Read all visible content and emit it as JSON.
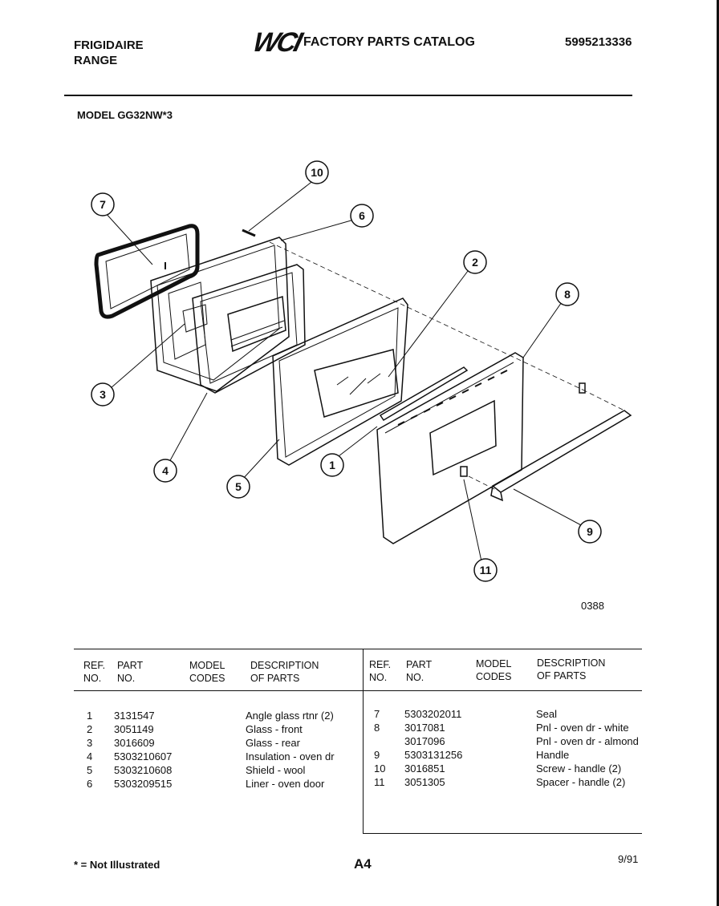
{
  "header": {
    "brand": "FRIGIDAIRE",
    "product": "RANGE",
    "logo": "WCI",
    "catalog_title": "FACTORY PARTS CATALOG",
    "catalog_number": "5995213336"
  },
  "model": "MODEL GG32NW*3",
  "diagram": {
    "code": "0388",
    "callouts": [
      "1",
      "2",
      "3",
      "4",
      "5",
      "6",
      "7",
      "8",
      "9",
      "10",
      "11"
    ]
  },
  "table": {
    "headers": {
      "ref": "REF.\nNO.",
      "part": "PART\nNO.",
      "codes": "MODEL\nCODES",
      "desc": "DESCRIPTION\nOF PARTS"
    },
    "left_rows": [
      {
        "ref": "1",
        "part": "3131547",
        "desc": "Angle glass rtnr (2)"
      },
      {
        "ref": "2",
        "part": "3051149",
        "desc": "Glass - front"
      },
      {
        "ref": "3",
        "part": "3016609",
        "desc": "Glass - rear"
      },
      {
        "ref": "4",
        "part": "5303210607",
        "desc": "Insulation - oven dr"
      },
      {
        "ref": "5",
        "part": "5303210608",
        "desc": "Shield - wool"
      },
      {
        "ref": "6",
        "part": "5303209515",
        "desc": "Liner - oven door"
      }
    ],
    "right_rows": [
      {
        "ref": "7",
        "part": "5303202011",
        "desc": "Seal"
      },
      {
        "ref": "8",
        "part": "3017081",
        "desc": "Pnl - oven dr - white"
      },
      {
        "ref": "",
        "part": "3017096",
        "desc": "Pnl - oven dr - almond"
      },
      {
        "ref": "9",
        "part": "5303131256",
        "desc": "Handle"
      },
      {
        "ref": "10",
        "part": "3016851",
        "desc": "Screw - handle (2)"
      },
      {
        "ref": "11",
        "part": "3051305",
        "desc": "Spacer - handle (2)"
      }
    ]
  },
  "footer": {
    "note": "* = Not Illustrated",
    "page": "A4",
    "date": "9/91"
  }
}
